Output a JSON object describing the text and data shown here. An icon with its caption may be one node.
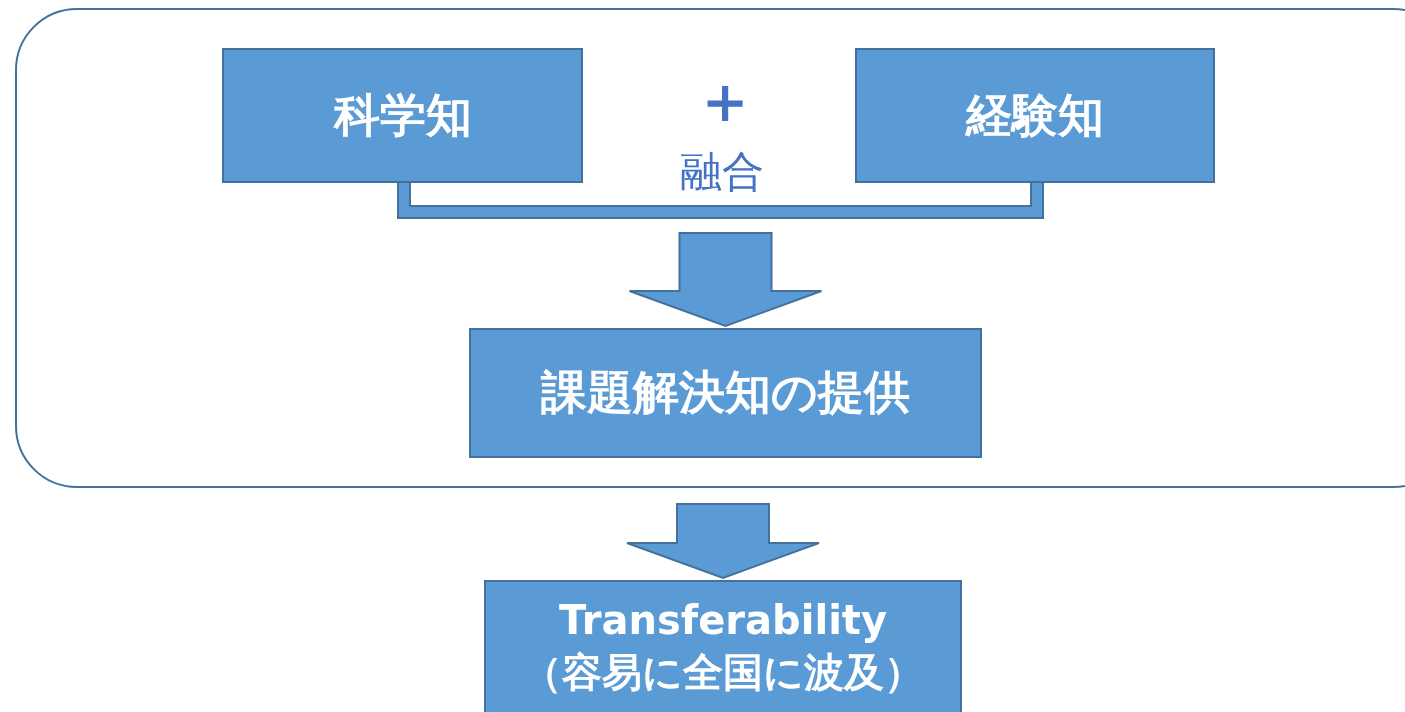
{
  "diagram": {
    "nodes": [
      {
        "text": [],
        "shape": "box"
      },
      {
        "text": [
          "科学知"
        ],
        "in": 0
      },
      {
        "text": [
          "経験知"
        ],
        "in": 0
      },
      {
        "text": [
          "課題解決知の提供"
        ],
        "in": 0
      },
      {
        "text": [
          "Transferability",
          "（容易に全国に波及）"
        ]
      }
    ],
    "edges": [
      {
        "from": 1,
        "to": 3,
        "arrow": "to"
      },
      {
        "from": 2,
        "to": 3,
        "arrow": "to"
      },
      {
        "from": 0,
        "to": 4,
        "arrow": "to"
      }
    ],
    "labels": [
      "＋",
      "融合"
    ]
  }
}
